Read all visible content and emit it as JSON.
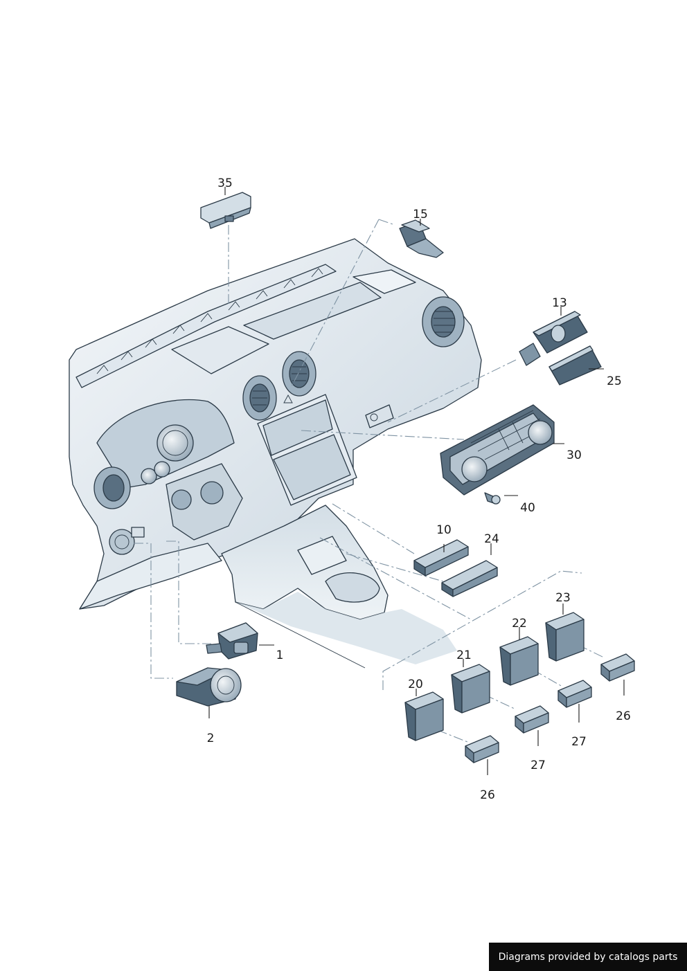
{
  "diagram": {
    "callouts": [
      {
        "id": "c1",
        "label": "1"
      },
      {
        "id": "c2",
        "label": "2"
      },
      {
        "id": "c10",
        "label": "10"
      },
      {
        "id": "c13",
        "label": "13"
      },
      {
        "id": "c15",
        "label": "15"
      },
      {
        "id": "c20",
        "label": "20"
      },
      {
        "id": "c21",
        "label": "21"
      },
      {
        "id": "c22",
        "label": "22"
      },
      {
        "id": "c23",
        "label": "23"
      },
      {
        "id": "c24",
        "label": "24"
      },
      {
        "id": "c25",
        "label": "25"
      },
      {
        "id": "c26a",
        "label": "26"
      },
      {
        "id": "c26b",
        "label": "26"
      },
      {
        "id": "c27a",
        "label": "27"
      },
      {
        "id": "c27b",
        "label": "27"
      },
      {
        "id": "c30",
        "label": "30"
      },
      {
        "id": "c35",
        "label": "35"
      },
      {
        "id": "c40",
        "label": "40"
      }
    ],
    "colors": {
      "outline": "#2b3a47",
      "dash_fill_light": "#e9eff4",
      "dash_fill_mid": "#c9d6e0",
      "part_dark": "#3f5566",
      "part_mid": "#7f95a6",
      "part_light": "#c4d2dc"
    }
  },
  "footer": {
    "credit": "Diagrams provided by catalogs parts"
  }
}
